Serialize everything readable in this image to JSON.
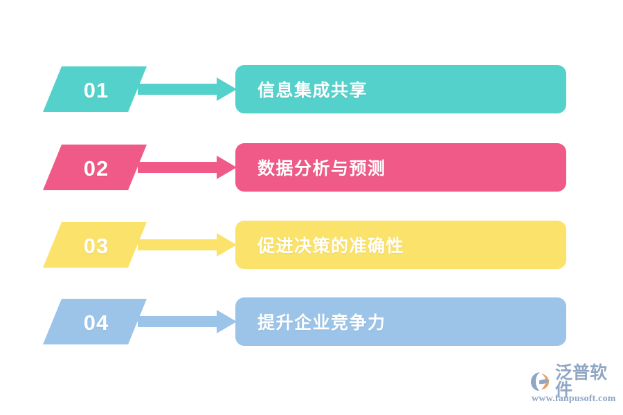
{
  "diagram": {
    "type": "process-steps",
    "background_color": "#ffffff",
    "steps": [
      {
        "number": "01",
        "label": "信息集成共享",
        "color": "#54D1CB",
        "arrow_icon": "right-arrow-icon"
      },
      {
        "number": "02",
        "label": "数据分析与预测",
        "color": "#EF5A88",
        "arrow_icon": "right-arrow-icon"
      },
      {
        "number": "03",
        "label": "促进决策的准确性",
        "color": "#FBE26B",
        "arrow_icon": "right-arrow-icon"
      },
      {
        "number": "04",
        "label": "提升企业竞争力",
        "color": "#9CC4E8",
        "arrow_icon": "right-arrow-icon"
      }
    ]
  },
  "watermark": {
    "mark_icon": "fanpu-leaf-logo-icon",
    "brand_name": "泛普软件",
    "url": "www.fanpusoft.com",
    "text_color": "#8fa6c4",
    "accent_color": "#e8a06a"
  }
}
